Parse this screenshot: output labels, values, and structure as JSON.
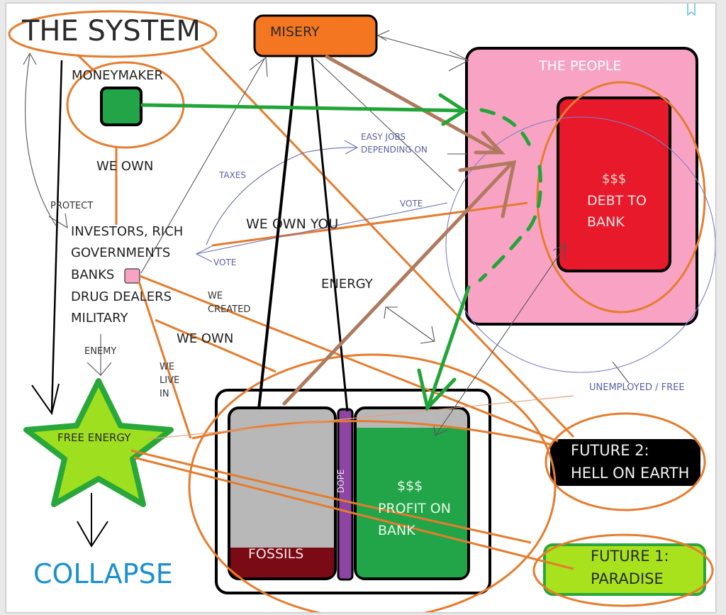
{
  "viewer": {
    "bookmark_icon": "bookmark-icon",
    "bookmark_color": "#5bc0e0"
  },
  "colors": {
    "orange_line": "#e57c2e",
    "brown_arrow": "#b07a5e",
    "green_arrow": "#22a538",
    "misery_fill": "#f47621",
    "people_fill": "#f9a3c4",
    "debt_fill": "#e8192b",
    "profit_fill": "#22a548",
    "fossils_fill": "#7a0a14",
    "tank_gray": "#b8b8b8",
    "dope_fill": "#8e44a3",
    "star_fill": "#9ee01f",
    "star_stroke": "#2aa73a",
    "paradise_fill": "#a8e21c",
    "collapse_text": "#1b8fd0",
    "link_text": "#5960a6"
  },
  "diagram": {
    "title": "THE SYSTEM",
    "misery": "MISERY",
    "moneymaker": "MONEYMAKER",
    "we_own_top": "WE OWN",
    "protect": "PROTECT",
    "system_members": [
      "INVESTORS, RICH",
      "GOVERNMENTS",
      "BANKS",
      "DRUG DEALERS",
      "MILITARY"
    ],
    "taxes": "TAXES",
    "easy_jobs": [
      "EASY JOBS",
      "DEPENDING ON"
    ],
    "vote_in": "VOTE",
    "vote_out": "VOTE",
    "we_own_you": "WE OWN YOU",
    "energy": "ENERGY",
    "we_created": [
      "WE",
      "CREATED"
    ],
    "we_own_bottom": "WE OWN",
    "we_live_in": [
      "WE",
      "LIVE",
      "IN"
    ],
    "enemy": "ENEMY",
    "free_energy": "FREE ENERGY",
    "collapse": "COLLAPSE",
    "the_people": "THE PEOPLE",
    "debt": [
      "$$$",
      "DEBT TO",
      "BANK"
    ],
    "unemployed": "UNEMPLOYED / FREE",
    "fossils": "FOSSILS",
    "dope": "DOPE",
    "profit": [
      "$$$",
      "PROFIT ON",
      "BANK"
    ],
    "future2": [
      "FUTURE 2:",
      "HELL ON EARTH"
    ],
    "future1": [
      "FUTURE 1:",
      "PARADISE"
    ]
  }
}
